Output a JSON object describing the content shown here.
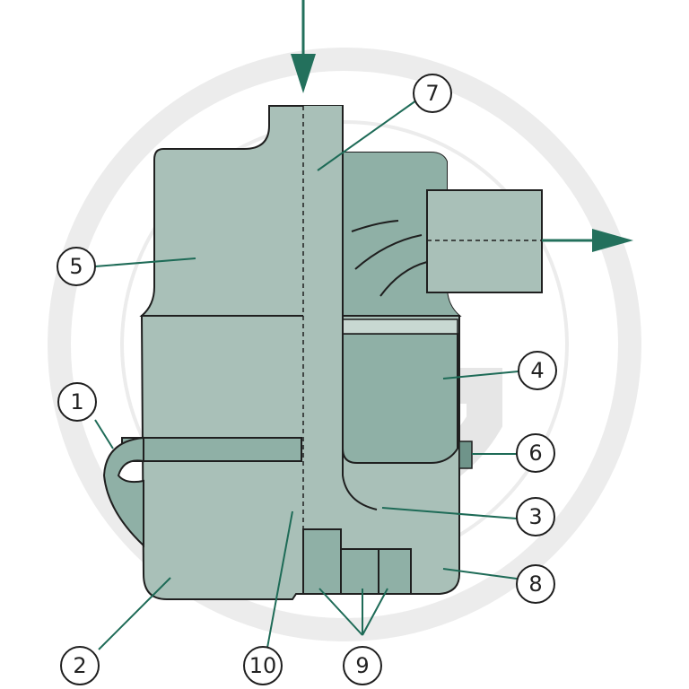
{
  "diagram": {
    "colors": {
      "stroke": "#1f1f1f",
      "body_light": "#a9c0b8",
      "body_mid": "#8fb0a6",
      "body_dark": "#6f948a",
      "arrow": "#23705c",
      "leader": "#1e6b57",
      "watermark": "#ececec"
    },
    "flow": {
      "inlet": "inlet-arrow",
      "outlet": "outlet-arrow"
    },
    "callouts": [
      {
        "id": "c1",
        "number": "1"
      },
      {
        "id": "c2",
        "number": "2"
      },
      {
        "id": "c3",
        "number": "3"
      },
      {
        "id": "c4",
        "number": "4"
      },
      {
        "id": "c5",
        "number": "5"
      },
      {
        "id": "c6",
        "number": "6"
      },
      {
        "id": "c7",
        "number": "7"
      },
      {
        "id": "c8",
        "number": "8"
      },
      {
        "id": "c9",
        "number": "9"
      },
      {
        "id": "c10",
        "number": "10"
      }
    ]
  }
}
